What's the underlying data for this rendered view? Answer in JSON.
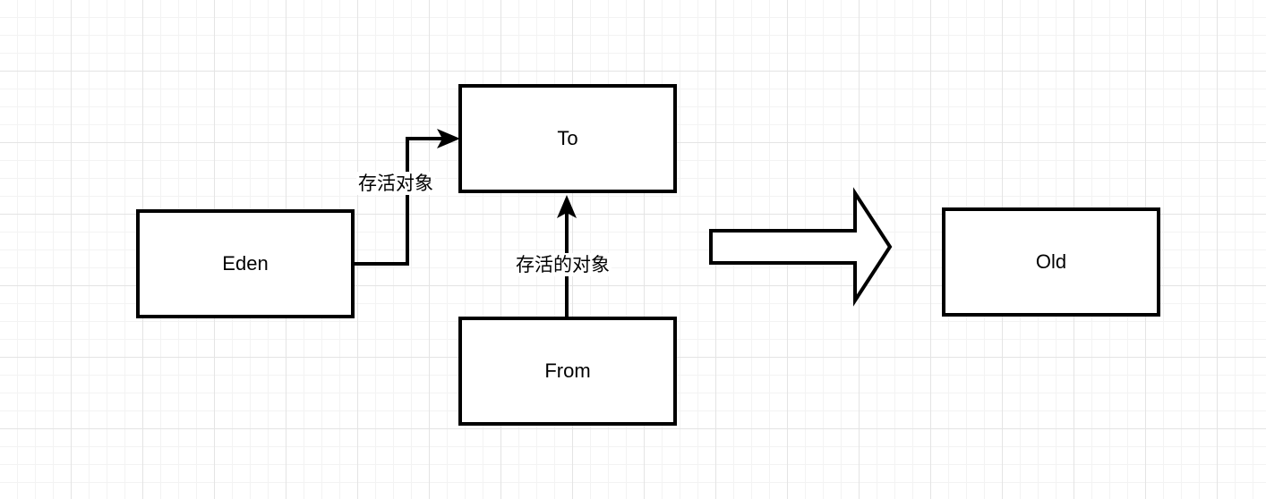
{
  "nodes": {
    "eden": "Eden",
    "to": "To",
    "from": "From",
    "old": "Old"
  },
  "edges": {
    "eden_to": "存活对象",
    "from_to": "存活的对象"
  }
}
